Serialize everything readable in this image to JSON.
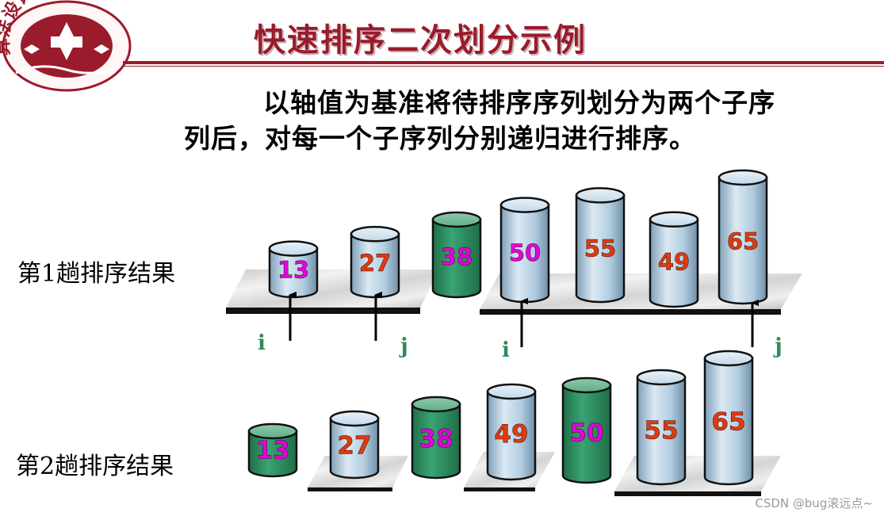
{
  "logo": {
    "text": "算法设计与分析"
  },
  "title": "快速排序二次划分示例",
  "description": {
    "line1": "以轴值为基准将待排序序列划分为两个子序",
    "line2": "列后，对每一个子序列分别递归进行排序。"
  },
  "rows": [
    {
      "label": "第1趟排序结果",
      "items": [
        {
          "value": "13",
          "style": "blue",
          "label_color": "#e600e6",
          "rel_height": 0.2
        },
        {
          "value": "27",
          "style": "blue",
          "label_color": "#e23a0e",
          "rel_height": 0.35
        },
        {
          "value": "38",
          "style": "green",
          "label_color": "#e600e6",
          "rel_height": 0.5
        },
        {
          "value": "50",
          "style": "blue",
          "label_color": "#e600e6",
          "rel_height": 0.7
        },
        {
          "value": "55",
          "style": "blue",
          "label_color": "#e23a0e",
          "rel_height": 0.8
        },
        {
          "value": "49",
          "style": "blue",
          "label_color": "#e23a0e",
          "rel_height": 0.6
        },
        {
          "value": "65",
          "style": "blue",
          "label_color": "#e23a0e",
          "rel_height": 1.0
        }
      ],
      "pointers": [
        "i",
        "j",
        "i",
        "j"
      ]
    },
    {
      "label": "第2趟排序结果",
      "items": [
        {
          "value": "13",
          "style": "green",
          "label_color": "#e600e6",
          "rel_height": 0.15
        },
        {
          "value": "27",
          "style": "blue",
          "label_color": "#e23a0e",
          "rel_height": 0.3
        },
        {
          "value": "38",
          "style": "green",
          "label_color": "#e600e6",
          "rel_height": 0.45
        },
        {
          "value": "49",
          "style": "blue",
          "label_color": "#e23a0e",
          "rel_height": 0.6
        },
        {
          "value": "50",
          "style": "green",
          "label_color": "#e600e6",
          "rel_height": 0.7
        },
        {
          "value": "55",
          "style": "blue",
          "label_color": "#e23a0e",
          "rel_height": 0.8
        },
        {
          "value": "65",
          "style": "blue",
          "label_color": "#e23a0e",
          "rel_height": 1.0
        }
      ]
    }
  ],
  "colors": {
    "title": "#9a1b2b",
    "pointer_label": "#2e8b57",
    "cylinder_blue": "#a9c8dc",
    "cylinder_green": "#2f9064"
  },
  "watermark": "CSDN @bug滚远点~"
}
